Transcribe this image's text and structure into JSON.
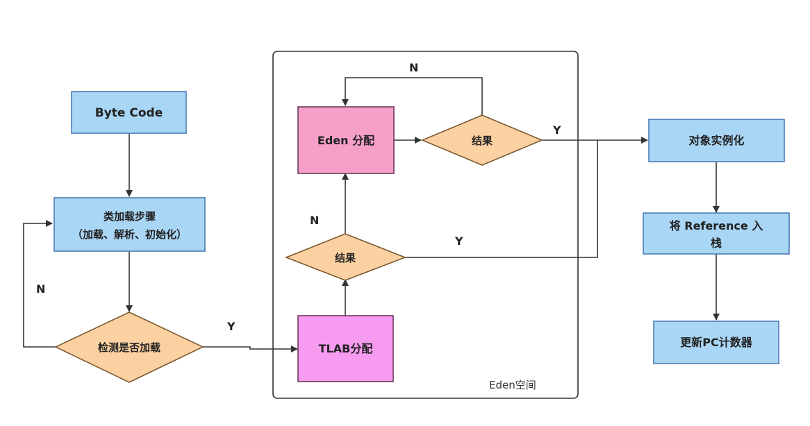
{
  "nodes": {
    "byte_code": "Byte Code",
    "class_loading_line1": "类加载步骤",
    "class_loading_line2": "（加载、解析、初始化）",
    "check_loaded": "检测是否加载",
    "tlab_alloc": "TLAB分配",
    "tlab_result": "结果",
    "eden_alloc": "Eden 分配",
    "eden_result": "结果",
    "object_instantiation": "对象实例化",
    "push_reference_line1": "将 Reference 入",
    "push_reference_line2": "栈",
    "update_pc": "更新PC计数器"
  },
  "eden_space_label": "Eden空间",
  "edge_labels": {
    "check_no": "N",
    "check_yes": "Y",
    "tlab_no": "N",
    "tlab_yes": "Y",
    "eden_no": "N",
    "eden_yes": "Y"
  },
  "colors": {
    "blue_box": "#a9d6f5",
    "blue_border": "#4a7cb5",
    "diamond": "#fcd1a2",
    "diamond_border": "#7a5a30",
    "eden_pink": "#f59fc9",
    "tlab_pink": "#f79bf0",
    "pink_border": "#6a3a5a"
  }
}
